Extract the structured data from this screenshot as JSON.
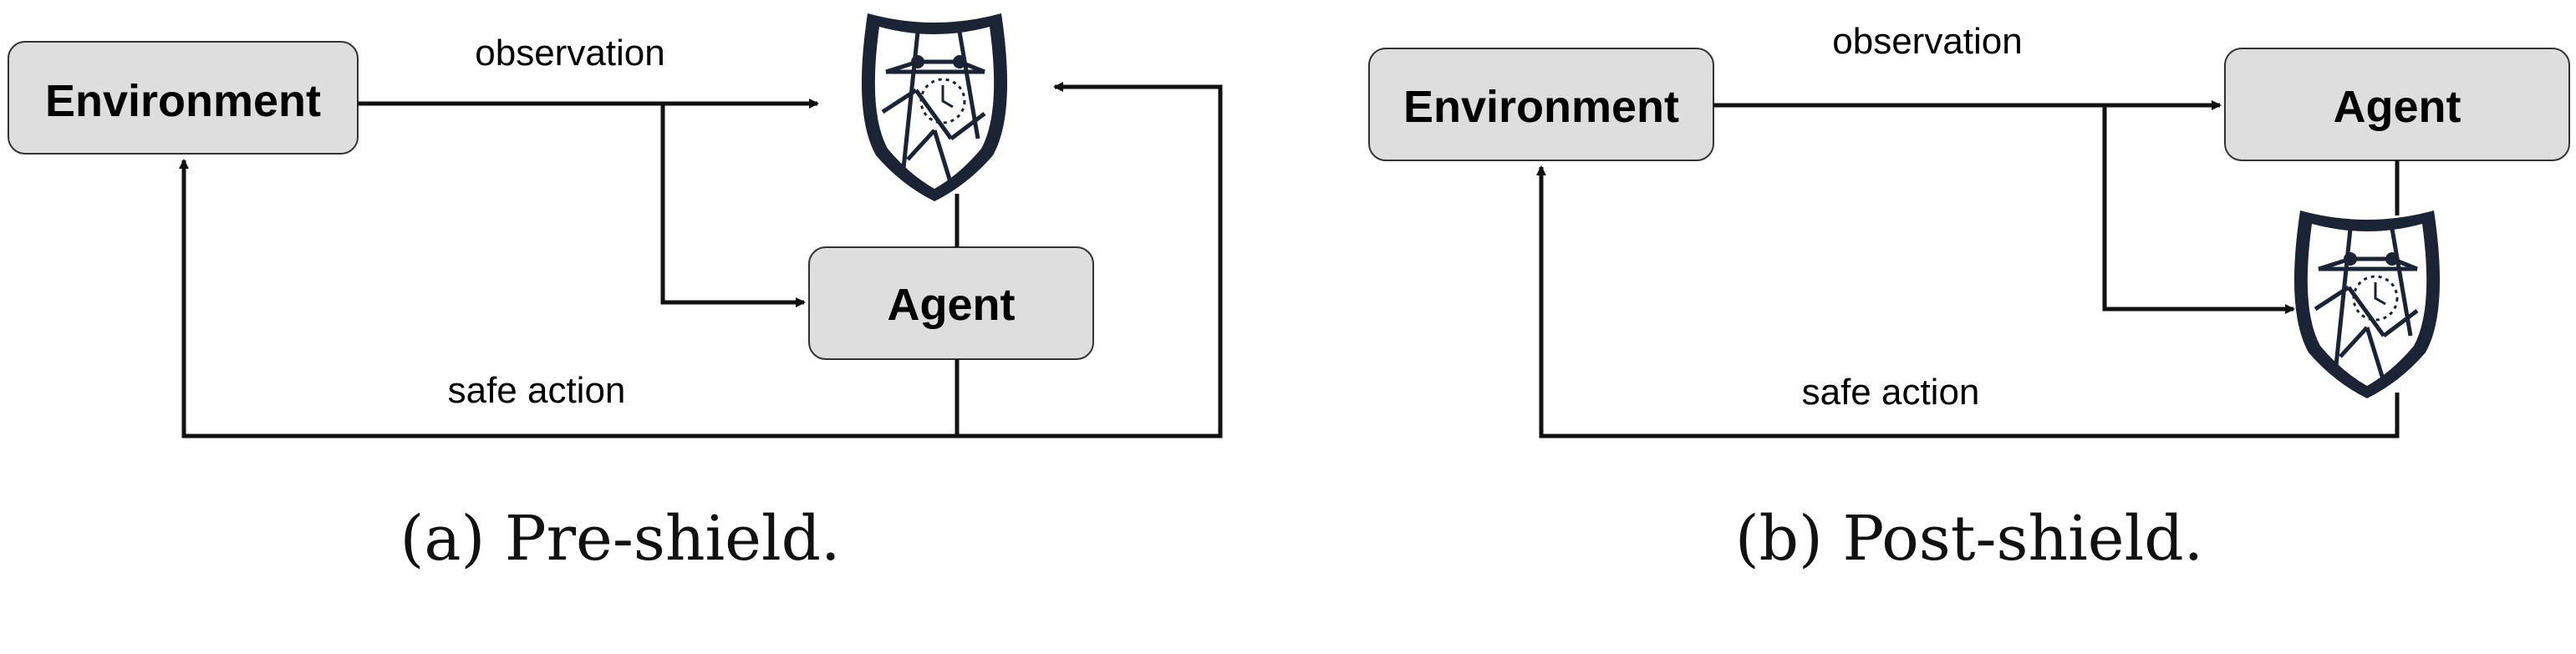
{
  "panel_a": {
    "environment_label": "Environment",
    "agent_label": "Agent",
    "observation_label": "observation",
    "safe_action_label": "safe action",
    "caption": "(a) Pre-shield."
  },
  "panel_b": {
    "environment_label": "Environment",
    "agent_label": "Agent",
    "observation_label": "observation",
    "safe_action_label": "safe action",
    "caption": "(b) Post-shield."
  },
  "colors": {
    "box_fill": "#dedede",
    "shield": "#1b2434",
    "line": "#111111"
  }
}
